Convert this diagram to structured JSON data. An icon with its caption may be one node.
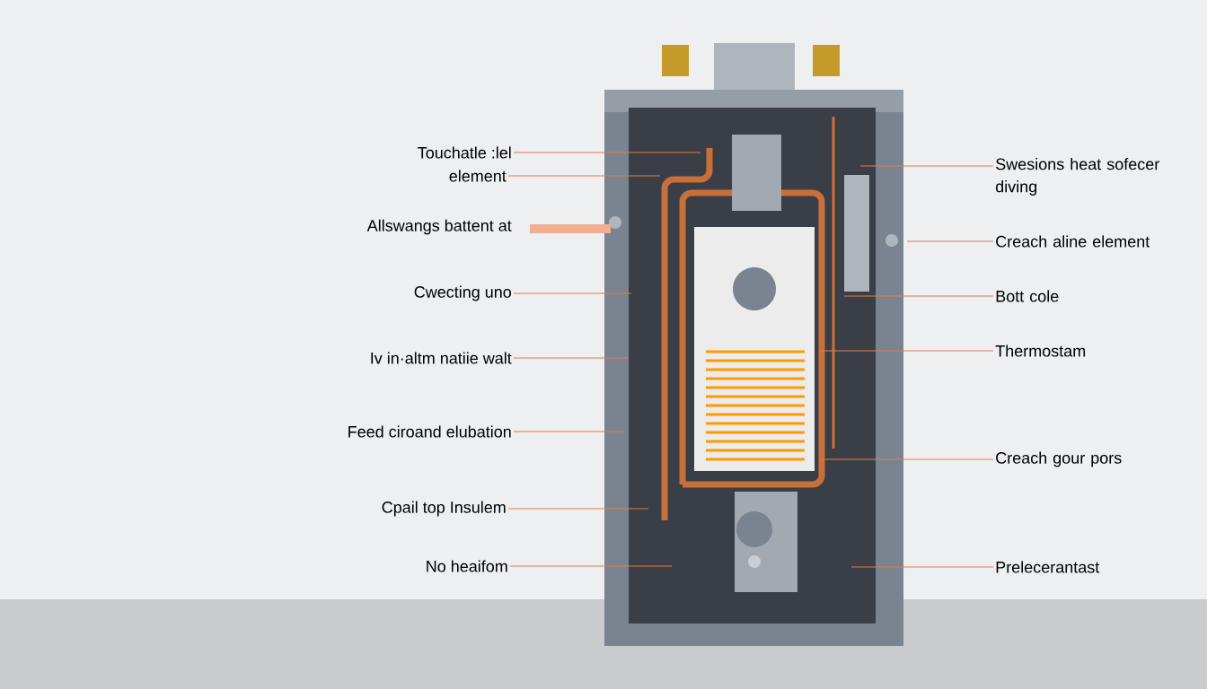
{
  "diagram": {
    "nodes": [
      {
        "text": [
          "Touchatle :lel"
        ]
      },
      {
        "text": [
          "element"
        ]
      },
      {
        "text": [
          "Cwecting uno"
        ]
      },
      {
        "text": [
          "Iv in·altm natiie walt"
        ]
      },
      {
        "text": [
          "Feed ciroand elubation"
        ]
      },
      {
        "text": [
          "Cpail top Insulem"
        ]
      },
      {
        "text": [
          "No heaifom"
        ]
      },
      {
        "text": [
          "Swesions heat sofecer diving"
        ]
      },
      {
        "text": [
          "Creach aline element"
        ]
      },
      {
        "text": [
          "Bott cole"
        ]
      },
      {
        "text": [
          "Thermostam"
        ]
      },
      {
        "text": [
          "Creach gour pors"
        ]
      },
      {
        "text": [
          "Prelecerantast"
        ]
      }
    ],
    "edges": [
      {
        "from": 0,
        "to": null,
        "arrow": "none"
      },
      {
        "from": 1,
        "to": null,
        "arrow": "none"
      },
      {
        "from": 2,
        "to": null,
        "arrow": "none"
      },
      {
        "from": 3,
        "to": null,
        "arrow": "none"
      },
      {
        "from": 4,
        "to": null,
        "arrow": "none"
      },
      {
        "from": 5,
        "to": null,
        "arrow": "none"
      },
      {
        "from": 6,
        "to": null,
        "arrow": "none"
      },
      {
        "from": 7,
        "to": null,
        "arrow": "none"
      },
      {
        "from": 8,
        "to": null,
        "arrow": "none"
      },
      {
        "from": 9,
        "to": null,
        "arrow": "none"
      },
      {
        "from": 10,
        "to": null,
        "arrow": "none"
      },
      {
        "from": 11,
        "to": null,
        "arrow": "none"
      },
      {
        "from": 12,
        "to": null,
        "arrow": "none"
      }
    ],
    "labels": [
      "Allswangs battent at"
    ]
  }
}
